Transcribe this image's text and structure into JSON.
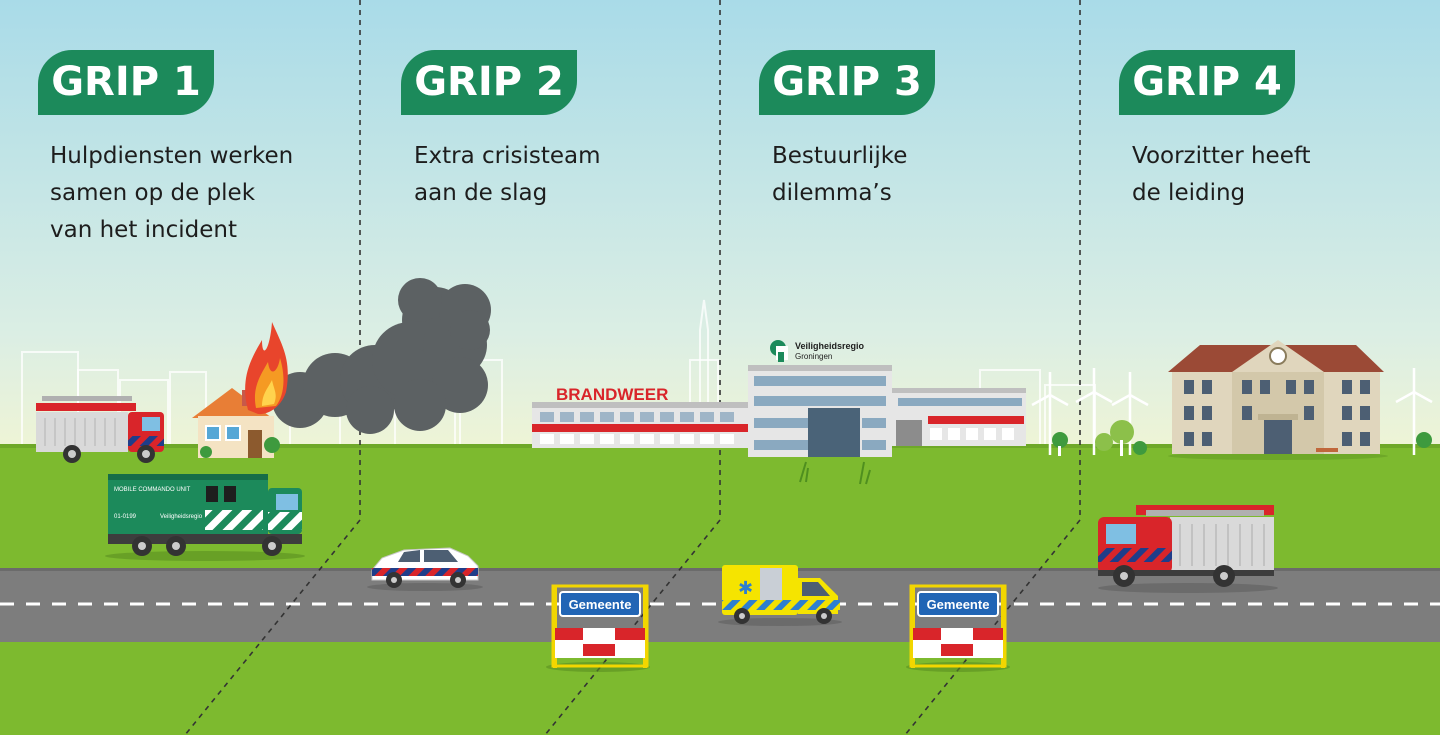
{
  "phases": [
    {
      "badge": "GRIP 1",
      "description": "Hulpdiensten werken\nsamen op de plek\nvan het incident"
    },
    {
      "badge": "GRIP 2",
      "description": "Extra crisisteam\naan de slag"
    },
    {
      "badge": "GRIP 3",
      "description": "Bestuurlijke\ndilemma’s"
    },
    {
      "badge": "GRIP 4",
      "description": "Voorzitter heeft\nde leiding"
    }
  ],
  "labels": {
    "fire_station": "BRANDWEER",
    "region_name": "Veiligheidsregio",
    "region_city": "Groningen",
    "command_unit": "MOBILE COMMANDO UNIT",
    "command_unit_id": "01-0199",
    "command_unit_brand": "Veiligheidsregio",
    "municipality_sign_1": "Gemeente",
    "municipality_sign_2": "Gemeente"
  },
  "colors": {
    "badge_green": "#1c8a5b",
    "grass": "#7dba2f",
    "road": "#7d7d7d",
    "sky_top": "#a9dbe8",
    "sky_bottom": "#e8f2d8",
    "fire_red": "#d9252a",
    "sign_blue": "#2165b5"
  }
}
